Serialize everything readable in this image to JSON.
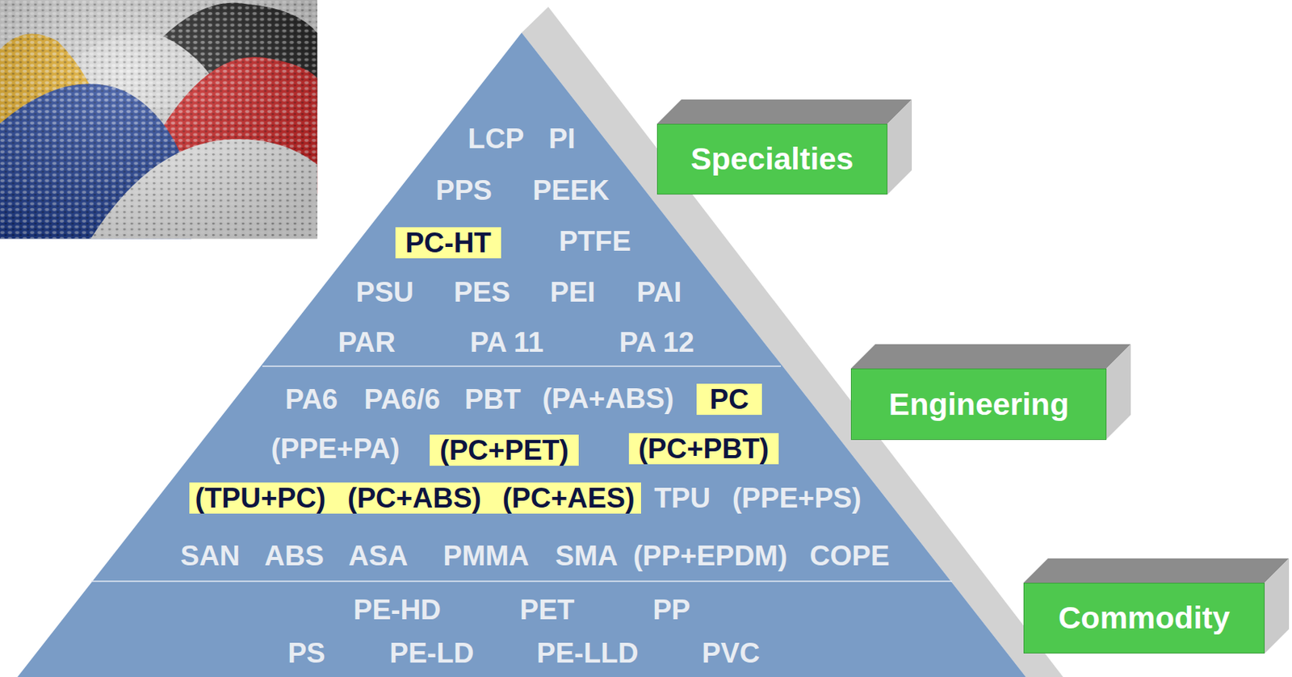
{
  "diagram": {
    "nodes": [
      {
        "text": [
          "Specialties"
        ]
      },
      {
        "text": [
          "PC-HT"
        ]
      },
      {
        "text": [
          "PC"
        ]
      },
      {
        "text": [
          "Engineering"
        ]
      },
      {
        "text": [
          "(PC+PET)"
        ]
      },
      {
        "text": [
          "(PC+PBT)"
        ]
      },
      {
        "text": [
          "(TPU+PC)",
          "(PC+ABS)",
          "(PC+AES)"
        ]
      },
      {
        "text": [
          "Commodity"
        ]
      }
    ],
    "labels": [
      "LCP",
      "PI",
      "PPS",
      "PEEK",
      "PTFE",
      "PSU",
      "PES",
      "PEI",
      "PAI",
      "PAR",
      "PA 11",
      "PA 12",
      "PA6",
      "PA6/6",
      "PBT",
      "(PA+ABS)",
      "(PPE+PA)",
      "TPU",
      "(PPE+PS)",
      "SAN",
      "ABS",
      "ASA",
      "PMMA",
      "SMA",
      "(PP+EPDM)",
      "COPE",
      "PE-HD",
      "PET",
      "PP",
      "PS",
      "PE-LD",
      "PE-LLD",
      "PVC"
    ]
  }
}
